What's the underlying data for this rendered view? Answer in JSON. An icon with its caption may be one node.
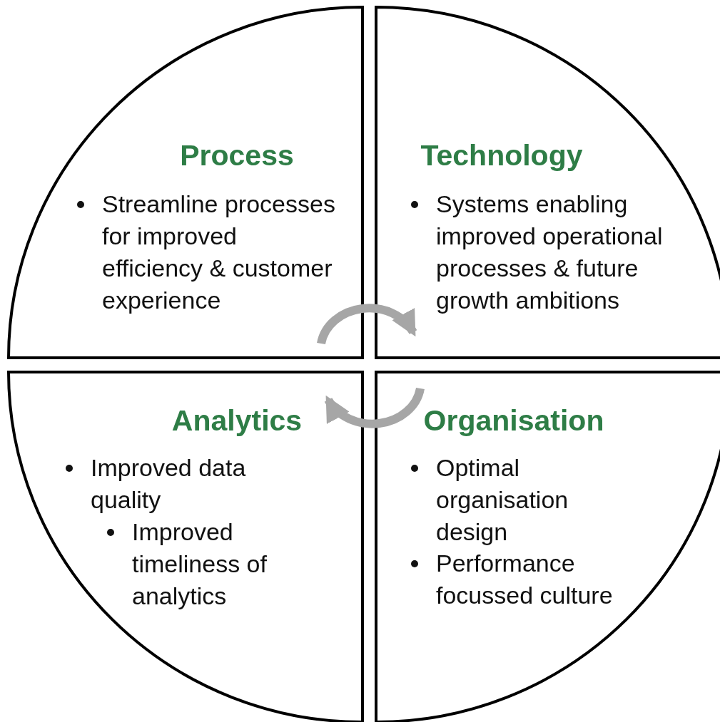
{
  "diagram": {
    "nodes": [
      {
        "text": [
          "Process",
          "Streamline processes for improved efficiency & customer experience"
        ]
      },
      {
        "text": [
          "Technology",
          "Systems enabling improved operational processes & future growth ambitions"
        ]
      },
      {
        "text": [
          "Analytics",
          "Improved data quality",
          "Improved timeliness of analytics"
        ]
      },
      {
        "text": [
          "Organisation",
          "Optimal organisation design",
          "Performance focussed culture"
        ]
      }
    ],
    "edges": [
      {
        "from": 0,
        "to": 1,
        "arrow": "to"
      },
      {
        "from": 3,
        "to": 2,
        "arrow": "to"
      }
    ]
  }
}
